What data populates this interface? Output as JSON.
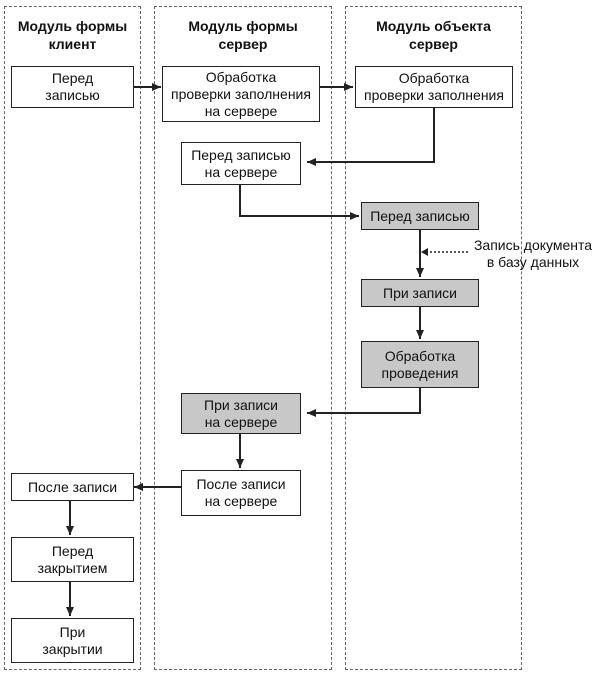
{
  "lanes": {
    "client_form": "Модуль формы\nклиент",
    "server_form": "Модуль формы\nсервер",
    "object": "Модуль объекта\nсервер"
  },
  "boxes": {
    "before_write": "Перед\nзаписью",
    "form_fill_check": "Обработка\nпроверки заполнения\nна сервере",
    "object_fill_check": "Обработка\nпроверки заполнения",
    "before_write_server": "Перед записью\nна сервере",
    "object_before_write": "Перед записью",
    "object_on_write": "При записи",
    "object_posting": "Обработка\nпроведения",
    "on_write_server": "При записи\nна сервере",
    "after_write_server": "После записи\nна сервере",
    "after_write": "После записи",
    "before_close": "Перед\nзакрытием",
    "on_close": "При\nзакрытии"
  },
  "note": "Запись документа\nв базу данных",
  "colors": {
    "highlight": "#c8c8c8",
    "line": "#222222"
  }
}
